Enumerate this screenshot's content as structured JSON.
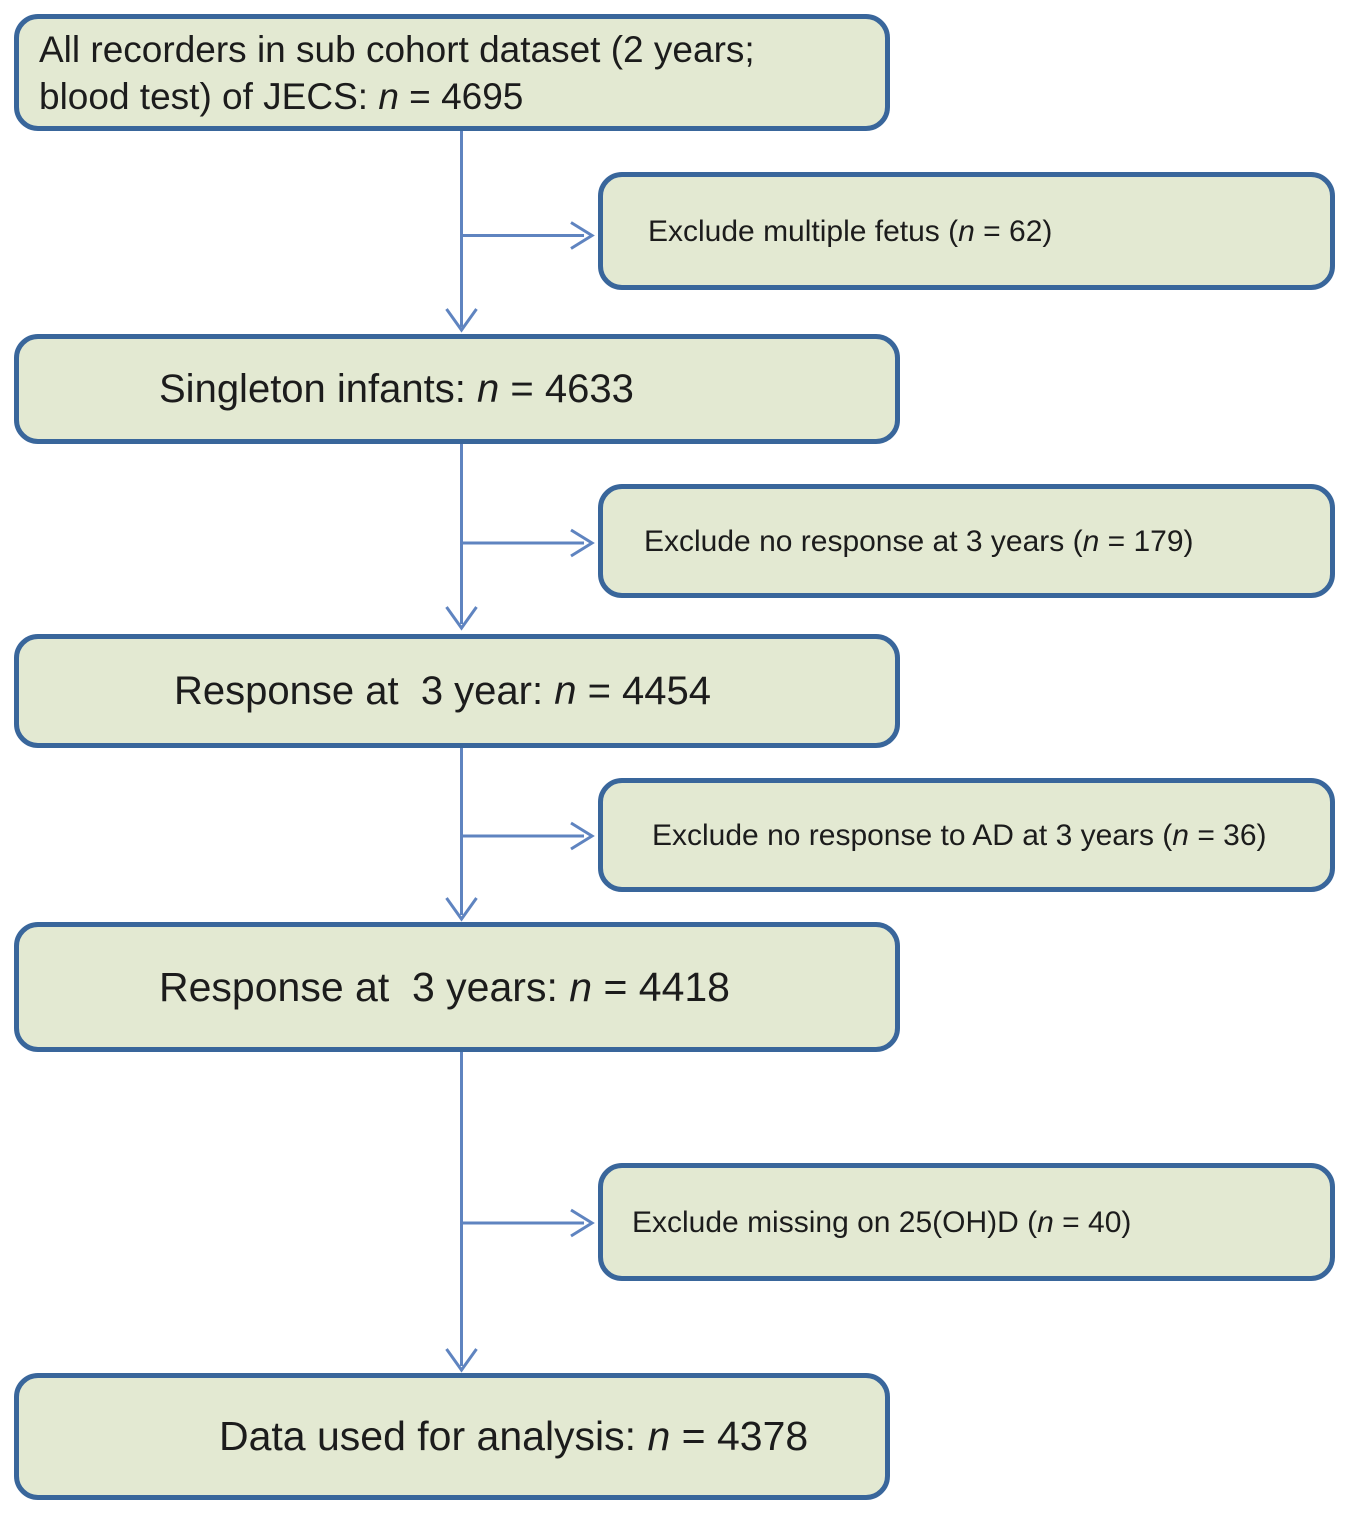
{
  "figure": {
    "type": "participant-flow-diagram",
    "main_boxes": [
      {
        "id": "all-recorders",
        "before": "All recorders in sub cohort dataset (2 years;\nblood test) of JECS: ",
        "n": "n",
        "after": " = 4695",
        "value": 4695
      },
      {
        "id": "singleton-infants",
        "before": "Singleton infants: ",
        "n": "n",
        "after": " = 4633",
        "value": 4633
      },
      {
        "id": "response-3-year",
        "before": "Response at  3 year: ",
        "n": "n",
        "after": " = 4454",
        "value": 4454
      },
      {
        "id": "response-3-years",
        "before": "Response at  3 years: ",
        "n": "n",
        "after": " = 4418",
        "value": 4418
      },
      {
        "id": "data-used",
        "before": "Data used for analysis: ",
        "n": "n",
        "after": " = 4378",
        "value": 4378
      }
    ],
    "exclusion_boxes": [
      {
        "id": "exclude-multiple-fetus",
        "before": "Exclude multiple fetus (",
        "n": "n",
        "after": " = 62)",
        "value": 62
      },
      {
        "id": "exclude-no-response-3-years",
        "before": "Exclude no response at 3 years (",
        "n": "n",
        "after": " = 179)",
        "value": 179
      },
      {
        "id": "exclude-no-response-ad",
        "before": "Exclude no response to AD at 3 years (",
        "n": "n",
        "after": " = 36)",
        "value": 36
      },
      {
        "id": "exclude-missing-25ohd",
        "before": "Exclude missing on 25(OH)D (",
        "n": "n",
        "after": " = 40)",
        "value": 40
      }
    ],
    "colors": {
      "box_fill": "#e3e9d2",
      "box_border": "#39669b",
      "connector": "#5f84c0",
      "text": "#1c1c1c",
      "background": "#ffffff"
    }
  }
}
